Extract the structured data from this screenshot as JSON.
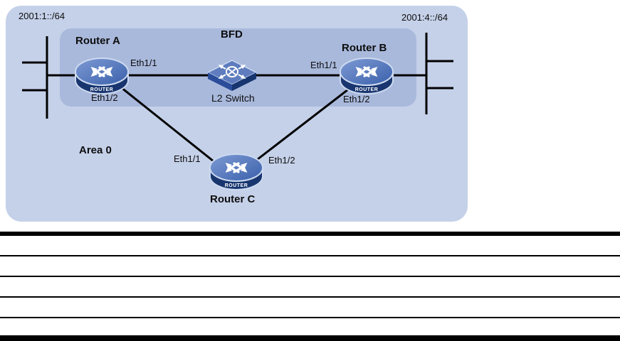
{
  "diagram": {
    "subnet_left": "2001:1::/64",
    "subnet_right": "2001:4::/64",
    "bfd_label": "BFD",
    "area_label": "Area 0",
    "switch_label": "L2 Switch",
    "router_badge": "ROUTER",
    "nodes": {
      "router_a": {
        "name": "Router A",
        "if_top": "Eth1/1",
        "if_bottom": "Eth1/2"
      },
      "router_b": {
        "name": "Router B",
        "if_top": "Eth1/1",
        "if_bottom": "Eth1/2"
      },
      "router_c": {
        "name": "Router C",
        "if_left": "Eth1/1",
        "if_right": "Eth1/2"
      }
    },
    "icons": {
      "router": "router-icon",
      "l2_switch": "l2-switch-icon"
    },
    "colors": {
      "area_bg": "#c5d1e9",
      "bfd_bg": "#a9b9dc",
      "router_top": "#4d71b8",
      "router_dark": "#18356f",
      "switch_top": "#5e7cbe",
      "link_line": "#000000",
      "icon_halo": "#ccd9ef"
    }
  }
}
